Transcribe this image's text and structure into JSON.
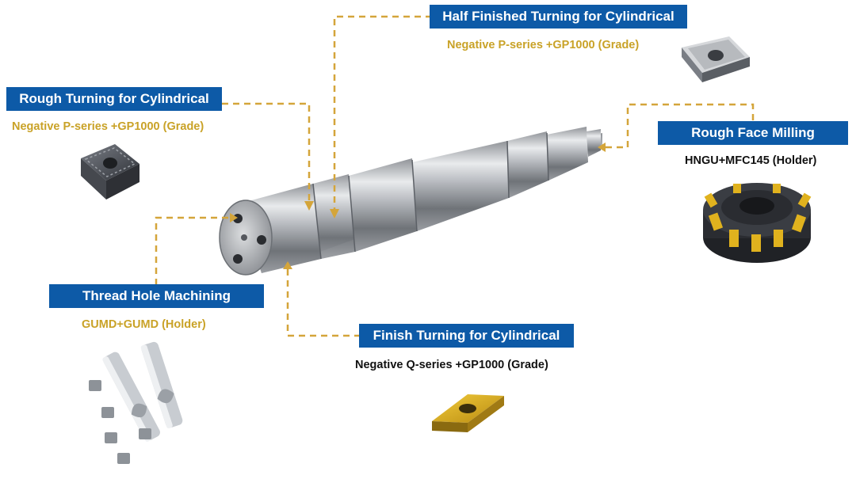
{
  "callouts": [
    {
      "id": "half",
      "title": "Half Finished Turning for Cylindrical",
      "detail": "Negative P-series +GP1000 (Grade)",
      "icon": "square-insert-icon"
    },
    {
      "id": "rough",
      "title": "Rough Turning for Cylindrical",
      "detail": "Negative P-series +GP1000 (Grade)",
      "icon": "square-insert-icon"
    },
    {
      "id": "face",
      "title": "Rough Face Milling",
      "detail": "HNGU+MFC145 (Holder)",
      "icon": "face-mill-cutter-icon"
    },
    {
      "id": "thread",
      "title": "Thread Hole Machining",
      "detail": "GUMD+GUMD (Holder)",
      "icon": "drill-tools-icon"
    },
    {
      "id": "finish",
      "title": "Finish Turning for Cylindrical",
      "detail": "Negative Q-series +GP1000 (Grade)",
      "icon": "diamond-insert-icon"
    }
  ],
  "colors": {
    "label_bg": "#0d5aa7",
    "gold_text": "#c9a227",
    "leader": "#d4a53a",
    "insert_gold": "#e0b21e"
  }
}
